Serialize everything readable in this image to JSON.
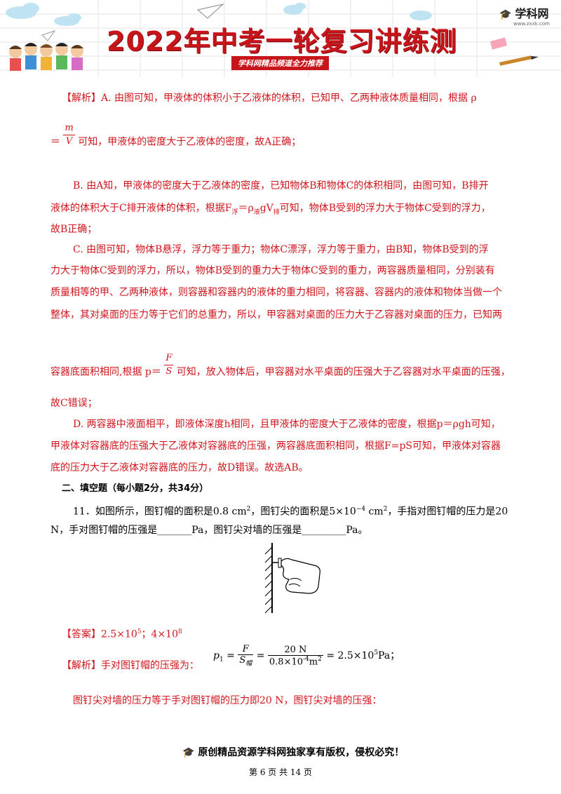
{
  "header": {
    "title": "2022年中考一轮复习讲练测",
    "subtitle": "学科网精品频道全力推荐",
    "logo": "学科网",
    "logo_url": "www.zxxk.com"
  },
  "analysis1": {
    "tag": "【解析】",
    "A_line1": "A.   由图可知，甲液体的体积小于乙液体的体积，已知甲、乙两种液体质量相同，根据 ρ",
    "A_eq": "＝",
    "A_frac_num": "m",
    "A_frac_den": "V",
    "A_line2": "可知，甲液体的密度大于乙液体的密度，故A正确；",
    "B_line1": "B.   由A知，甲液体的密度大于乙液体的密度，已知物体B和物体C的体积相同，由图可知，B排开",
    "B_line2a": "液体的体积大于C排开液体的体积，根据F",
    "B_sub1": "浮",
    "B_line2b": "＝ρ",
    "B_sub2": "液",
    "B_line2c": "gV",
    "B_sub3": "排",
    "B_line2d": "可知，物体B受到的浮力大于物体C受到的浮力，",
    "B_line3": "故B正确；",
    "C_line1": "C.   由图可知，物体B悬浮，浮力等于重力；物体C漂浮，浮力等于重力，由B知，物体B受到的浮",
    "C_line2": "力大于物体C受到的浮力，所以，物体B受到的重力大于物体C受到的重力，两容器质量相同，分别装有",
    "C_line3": "质量相等的甲、乙两种液体，则容器和容器内的液体的重力相同，将容器、容器内的液体和物体当做一个",
    "C_line4": "整体，其对桌面的压力等于它们的总重力，所以，甲容器对桌面的压力大于乙容器对桌面的压力，已知两",
    "C_line5a": "容器底面积相同,根据 p＝",
    "C_frac_num": "F",
    "C_frac_den": "S",
    "C_line5b": "可知，放入物体后，甲容器对水平桌面的压强大于乙容器对水平桌面的压强，",
    "C_line6": "故C错误；",
    "D_line1": "D.   两容器中液面相平，即液体深度h相同，且甲液体的密度大于乙液体的密度，根据p＝ρgh可知，",
    "D_line2": "甲液体对容器底的压强大于乙液体对容器底的压强，两容器底面积相同，根据F=pS可知，甲液体对容器",
    "D_line3": "底的压力大于乙液体对容器底的压力，故D错误。故选AB。"
  },
  "section2": {
    "heading": "二、填空题（每小题2分，共34分）"
  },
  "q11": {
    "line1a": "11．如图所示，图钉帽的面积是0.8 cm",
    "line1_sup": "2",
    "line1b": "，图钉尖的面积是5×10",
    "line1_sup2": "−4",
    "line1c": " cm",
    "line1_sup3": "2",
    "line1d": "，手指对图钉帽的压力是20",
    "line2": "N，手对图钉帽的压强是_______Pa，图钉尖对墙的压强是_________Pa。"
  },
  "answer": {
    "tag": "【答案】",
    "text_a": "2.5×10",
    "sup_a": "5",
    "text_b": "；4×10",
    "sup_b": "8"
  },
  "analysis2": {
    "tag": "【解析】",
    "text": "手对图钉帽的压强为：",
    "lhs": "p",
    "lhs_sub": "1",
    "frac1_num": "F",
    "frac1_den": "S",
    "frac1_den_sub": "帽",
    "frac2_num": "20 N",
    "frac2_den": "0.8×10",
    "frac2_den_sup": "-4",
    "frac2_den_unit": "m",
    "frac2_den_unit_sup": "2",
    "result": "2.5×10",
    "result_sup": "5",
    "result_unit": "Pa；",
    "line2": "图钉尖对墙的压力等于手对图钉帽的压力即20 N，图钉尖对墙的压强："
  },
  "footer": {
    "slogan": "原创精品资源学科网独家享有版权，侵权必究！",
    "page": "第 6 页 共 14 页"
  },
  "colors": {
    "accent_red": "#d0141c",
    "banner_red": "#c8151b"
  }
}
